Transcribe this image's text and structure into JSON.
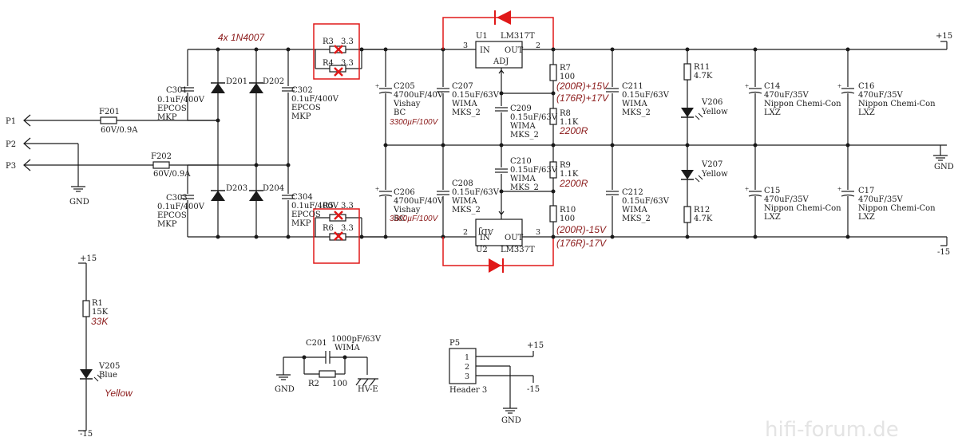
{
  "annotations": {
    "diodes": "4x 1N4007",
    "c205_alt": "3300µF/100V",
    "c206_alt": "3300µF/100V",
    "r7_alt_a": "(200R)+15V",
    "r7_alt_b": "(176R)+17V",
    "r8_alt": "2200R",
    "r9_alt": "2200R",
    "r10_alt_a": "(200R)-15V",
    "r10_alt_b": "(176R)-17V",
    "r1_alt": "33K",
    "v205_alt": "Yellow"
  },
  "rails": {
    "pos": "+15",
    "neg": "-15",
    "gnd": "GND"
  },
  "ports": {
    "p1": "P1",
    "p2": "P2",
    "p3": "P3"
  },
  "fuses": {
    "f201": {
      "ref": "F201",
      "value": "60V/0.9A"
    },
    "f202": {
      "ref": "F202",
      "value": "60V/0.9A"
    }
  },
  "bridge": {
    "d201": "D201",
    "d202": "D202",
    "d203": "D203",
    "d204": "D204",
    "c301": {
      "ref": "C301",
      "value": "0.1uF/400V",
      "make": "EPCOS",
      "type": "MKP"
    },
    "c302": {
      "ref": "C302",
      "value": "0.1uF/400V",
      "make": "EPCOS",
      "type": "MKP"
    },
    "c303": {
      "ref": "C303",
      "value": "0.1uF/400V",
      "make": "EPCOS",
      "type": "MKP"
    },
    "c304": {
      "ref": "C304",
      "value": "0.1uF/400V",
      "make": "EPCOS",
      "type": "MKP"
    }
  },
  "series_r": {
    "r3": {
      "ref": "R3",
      "value": "3.3"
    },
    "r4": {
      "ref": "R4",
      "value": "3.3"
    },
    "r5": {
      "ref": "R5",
      "value": "3.3"
    },
    "r6": {
      "ref": "R6",
      "value": "3.3"
    }
  },
  "caps": {
    "c205": {
      "ref": "C205",
      "value": "4700uF/40V",
      "make": "Vishay",
      "type": "BC"
    },
    "c206": {
      "ref": "C206",
      "value": "4700uF/40V",
      "make": "Vishay",
      "type": "BC"
    },
    "c207": {
      "ref": "C207",
      "value": "0.15uF/63V",
      "make": "WIMA",
      "type": "MKS_2"
    },
    "c208": {
      "ref": "C208",
      "value": "0.15uF/63V",
      "make": "WIMA",
      "type": "MKS_2"
    },
    "c209": {
      "ref": "C209",
      "value": "0.15uF/63V",
      "make": "WIMA",
      "type": "MKS_2"
    },
    "c210": {
      "ref": "C210",
      "value": "0.15uF/63V",
      "make": "WIMA",
      "type": "MKS_2"
    },
    "c211": {
      "ref": "C211",
      "value": "0.15uF/63V",
      "make": "WIMA",
      "type": "MKS_2"
    },
    "c212": {
      "ref": "C212",
      "value": "0.15uF/63V",
      "make": "WIMA",
      "type": "MKS_2"
    },
    "c14": {
      "ref": "C14",
      "value": "470uF/35V",
      "make": "Nippon Chemi-Con",
      "type": "LXZ"
    },
    "c15": {
      "ref": "C15",
      "value": "470uF/35V",
      "make": "Nippon Chemi-Con",
      "type": "LXZ"
    },
    "c16": {
      "ref": "C16",
      "value": "470uF/35V",
      "make": "Nippon Chemi-Con",
      "type": "LXZ"
    },
    "c17": {
      "ref": "C17",
      "value": "470uF/35V",
      "make": "Nippon Chemi-Con",
      "type": "LXZ"
    }
  },
  "regs": {
    "u1": {
      "ref": "U1",
      "part": "LM317T",
      "in": "IN",
      "out": "OUT",
      "adj": "ADJ",
      "pin_in": "3",
      "pin_out": "2"
    },
    "u2": {
      "ref": "U2",
      "part": "LM337T",
      "in": "IN",
      "out": "OUT",
      "adj": "ADJ",
      "pin_in": "2",
      "pin_out": "3"
    }
  },
  "resistors": {
    "r7": {
      "ref": "R7",
      "value": "100"
    },
    "r8": {
      "ref": "R8",
      "value": "1.1K"
    },
    "r9": {
      "ref": "R9",
      "value": "1.1K"
    },
    "r10": {
      "ref": "R10",
      "value": "100"
    },
    "r11": {
      "ref": "R11",
      "value": "4.7K"
    },
    "r12": {
      "ref": "R12",
      "value": "4.7K"
    },
    "r1": {
      "ref": "R1",
      "value": "15K"
    },
    "r2": {
      "ref": "R2",
      "value": "100"
    }
  },
  "leds": {
    "v206": {
      "ref": "V206",
      "color": "Yellow"
    },
    "v207": {
      "ref": "V207",
      "color": "Yellow"
    },
    "v205": {
      "ref": "V205",
      "color": "Blue"
    }
  },
  "misc": {
    "c201": {
      "ref": "C201",
      "value": "1000pF/63V",
      "make": "WIMA"
    },
    "hve": "HV-E",
    "p5": {
      "ref": "P5",
      "name": "Header 3",
      "pin1": "1",
      "pin2": "2",
      "pin3": "3"
    }
  },
  "watermark": "hifi-forum.de",
  "colors": {
    "ink": "#1a1a1a",
    "mod_red": "#e01818",
    "note": "#8b1a1a"
  }
}
